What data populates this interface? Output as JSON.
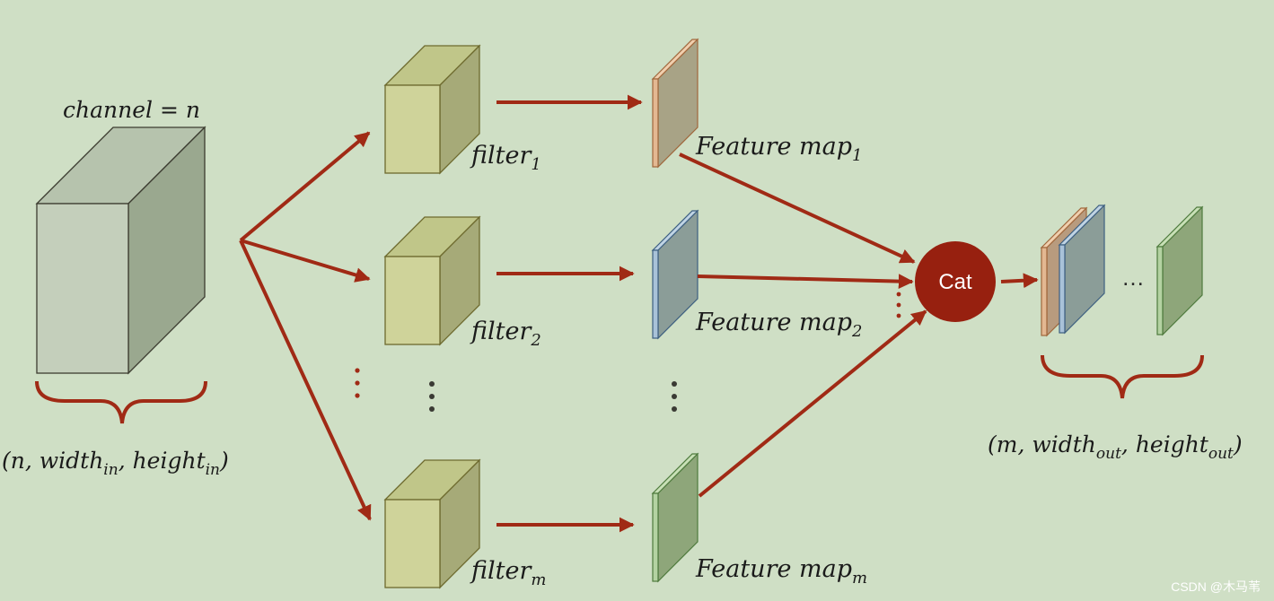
{
  "input": {
    "channel_label": "channel = n",
    "dims": {
      "pre": "(n, width",
      "sub1": "in",
      "mid": ", height",
      "sub2": "in",
      "post": ")"
    }
  },
  "filters": [
    {
      "base": "filter",
      "sub": "1"
    },
    {
      "base": "filter",
      "sub": "2"
    },
    {
      "base": "filter",
      "sub": "m"
    }
  ],
  "feature_maps": [
    {
      "base": "Feature map",
      "sub": "1"
    },
    {
      "base": "Feature map",
      "sub": "2"
    },
    {
      "base": "Feature map",
      "sub": "m"
    }
  ],
  "cat_label": "Cat",
  "output": {
    "ellipsis": "…",
    "dims": {
      "pre": "(m, width",
      "sub1": "out",
      "mid": ", height",
      "sub2": "out",
      "post": ")"
    }
  },
  "watermark": "CSDN @木马苇",
  "colors": {
    "background": "#cfdfc5",
    "arrow": "#a02a15",
    "cat_circle": "#97200f",
    "filter_front": "#cfd39a",
    "input_front": "#c4cfbb",
    "fmap_orange": "#e3b892",
    "fmap_blue": "#a9c2d8",
    "fmap_green": "#b4d2a2"
  }
}
